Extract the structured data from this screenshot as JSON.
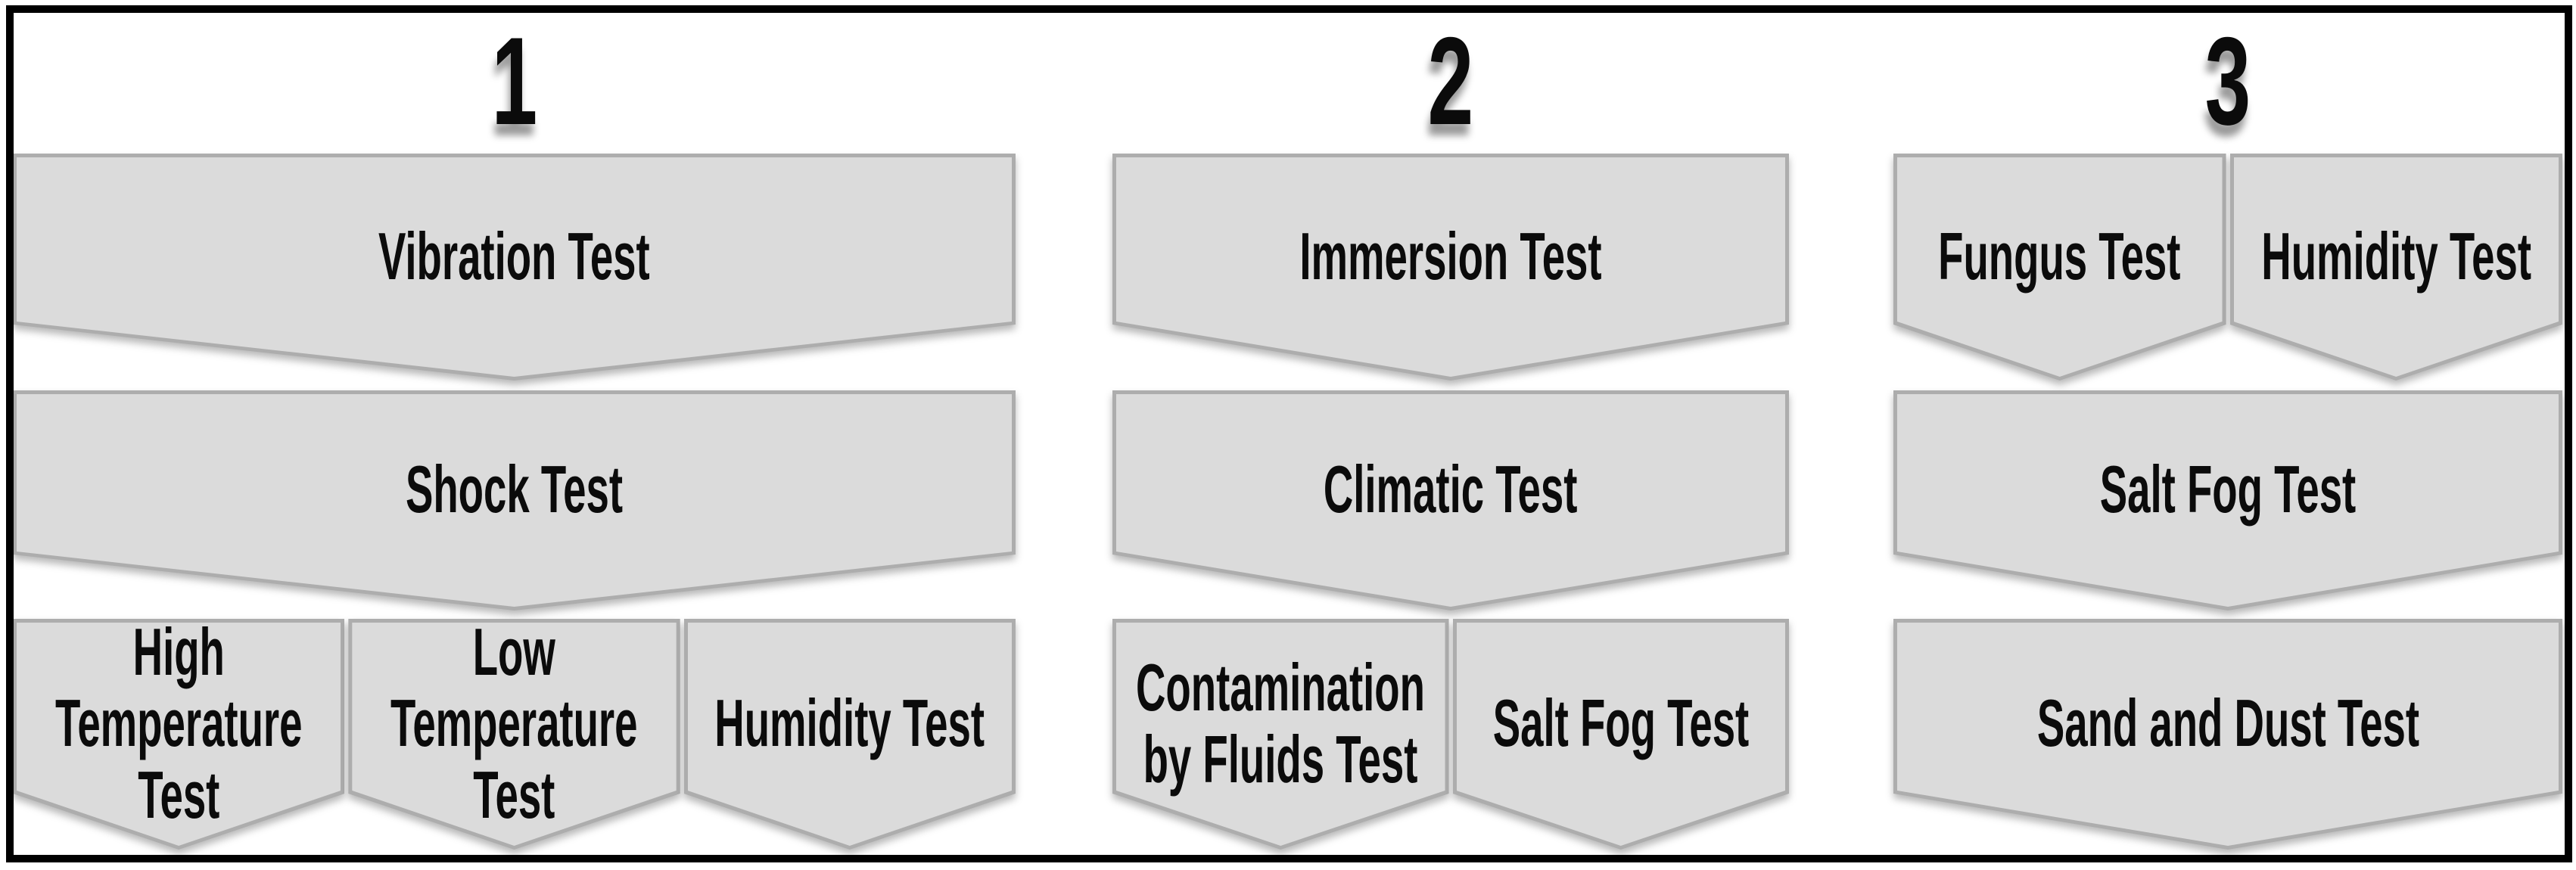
{
  "figure": {
    "colors": {
      "background": "#ffffff",
      "frame_color": "#000000",
      "shape_fill": "#dbdbdb",
      "shape_border": "#adadad",
      "text_color": "#0b0b0b"
    },
    "sequences": [
      {
        "number": "1",
        "steps": [
          {
            "boxes": [
              {
                "label": "Vibration Test"
              }
            ]
          },
          {
            "boxes": [
              {
                "label": "Shock Test"
              }
            ]
          },
          {
            "boxes": [
              {
                "label": "High\nTemperature\nTest"
              },
              {
                "label": "Low\nTemperature\nTest"
              },
              {
                "label": "Humidity Test"
              }
            ]
          }
        ]
      },
      {
        "number": "2",
        "steps": [
          {
            "boxes": [
              {
                "label": "Immersion Test"
              }
            ]
          },
          {
            "boxes": [
              {
                "label": "Climatic Test"
              }
            ]
          },
          {
            "boxes": [
              {
                "label": "Contamination\nby Fluids Test"
              },
              {
                "label": "Salt Fog Test"
              }
            ]
          }
        ]
      },
      {
        "number": "3",
        "steps": [
          {
            "boxes": [
              {
                "label": "Fungus Test"
              },
              {
                "label": "Humidity Test"
              }
            ]
          },
          {
            "boxes": [
              {
                "label": "Salt Fog Test"
              }
            ]
          },
          {
            "boxes": [
              {
                "label": "Sand and Dust Test"
              }
            ]
          }
        ]
      }
    ]
  }
}
